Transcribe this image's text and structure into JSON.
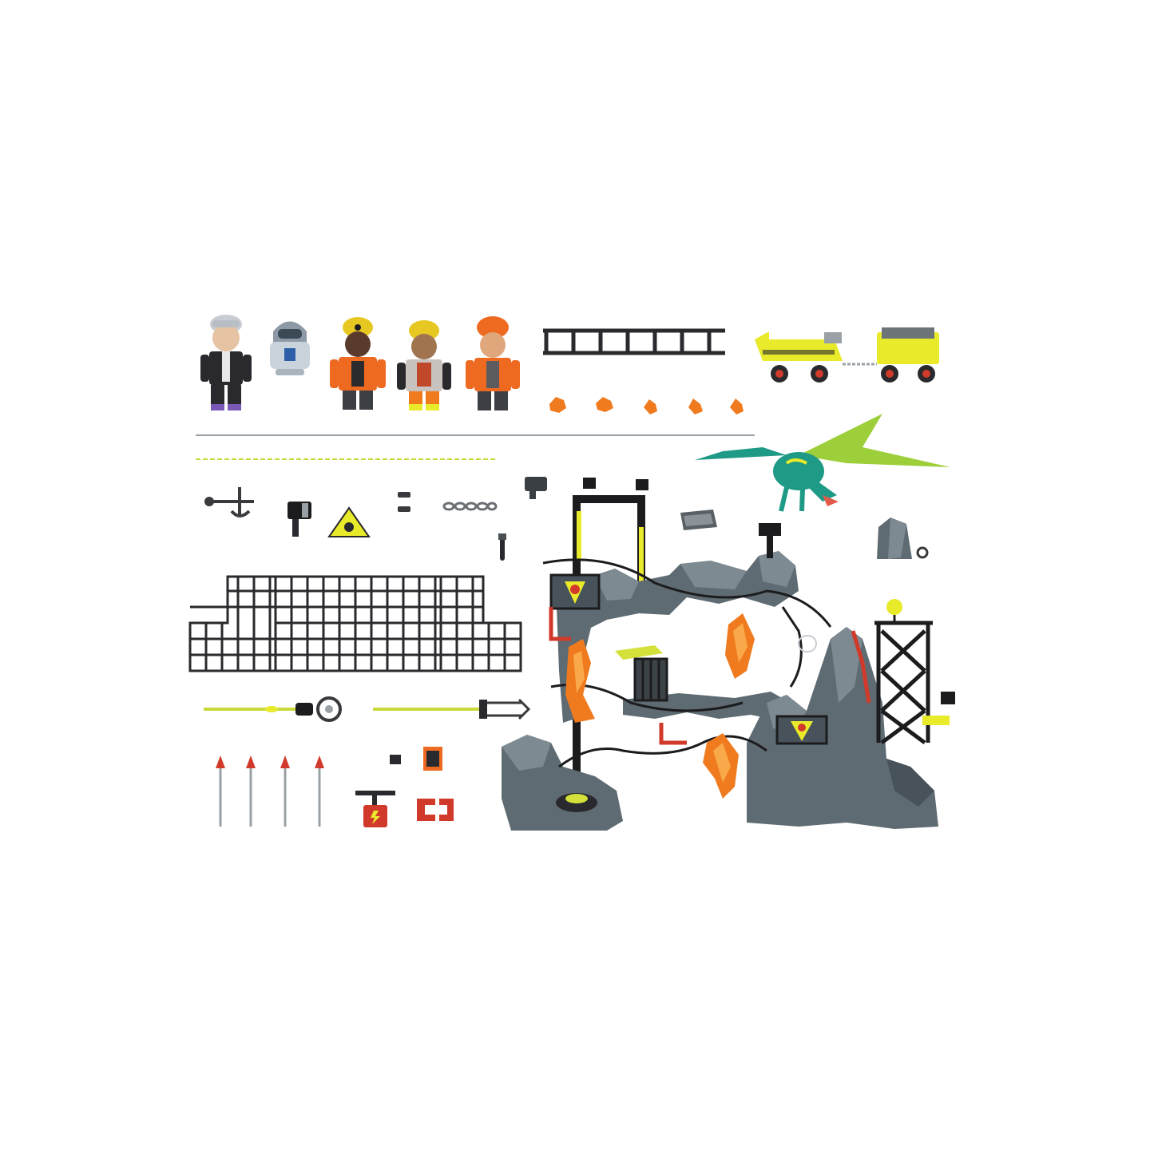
{
  "scene": {
    "description_free": true,
    "background": "#ffffff",
    "palette": {
      "rock": "#5f6b72",
      "rock_light": "#7d8a91",
      "rock_dark": "#47525a",
      "frame": "#1c1c1e",
      "accent_yellow": "#e8ea2a",
      "lava": "#f07a1e",
      "lava_light": "#f9a94a",
      "vest_orange": "#ef6a21",
      "dino_teal": "#1f9a86",
      "dino_wing": "#9ccf3a",
      "metal": "#9aa1a6"
    },
    "figure_count": 5,
    "ore_count": 5,
    "arrow_count": 4,
    "fence_panel_count": 4
  }
}
